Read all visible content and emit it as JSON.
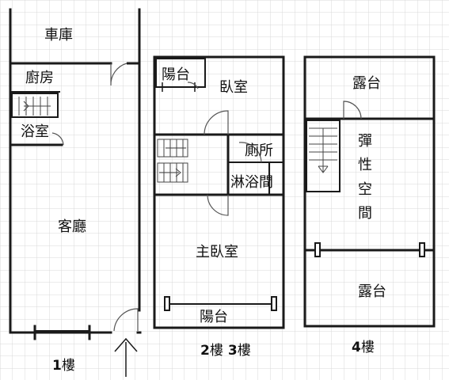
{
  "rooms": {
    "garage": "車庫",
    "kitchen": "廚房",
    "bath1": "浴室",
    "living": "客廳",
    "balcony_top": "陽台",
    "bedroom": "臥室",
    "toilet": "廁所",
    "shower": "淋浴間",
    "master": "主臥室",
    "balcony_bottom": "陽台",
    "terrace_top": "露台",
    "flex_chars": [
      "彈",
      "性",
      "空",
      "間"
    ],
    "terrace_bottom": "露台"
  },
  "floors": {
    "f1_num": "1",
    "f23_num_a": "2",
    "f23_num_b": "3",
    "f4_num": "4",
    "suffix": "樓"
  },
  "colors": {
    "wall": "#1a1a1a",
    "grid": "#d9d9d9",
    "stair_arrow": "#444444"
  }
}
